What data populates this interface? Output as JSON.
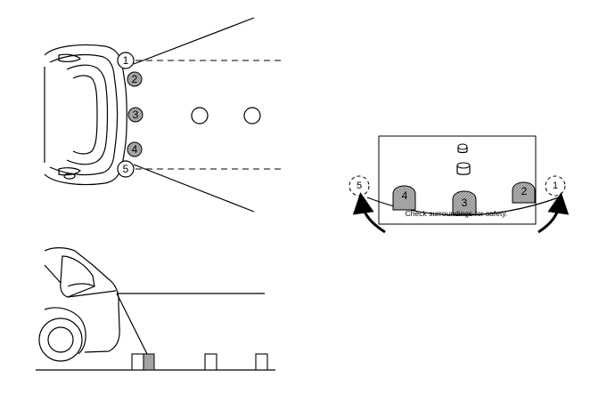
{
  "sensor_labels": [
    "1",
    "2",
    "3",
    "4",
    "5"
  ],
  "screen": {
    "caption": "Check surroundings for safety.",
    "labels": {
      "left_corner": "4",
      "center": "3",
      "right_corner": "2",
      "outer_left": "5",
      "outer_right": "1"
    }
  },
  "colors": {
    "line": "#000000",
    "shade": "#a9a9a9",
    "background": "#ffffff"
  }
}
